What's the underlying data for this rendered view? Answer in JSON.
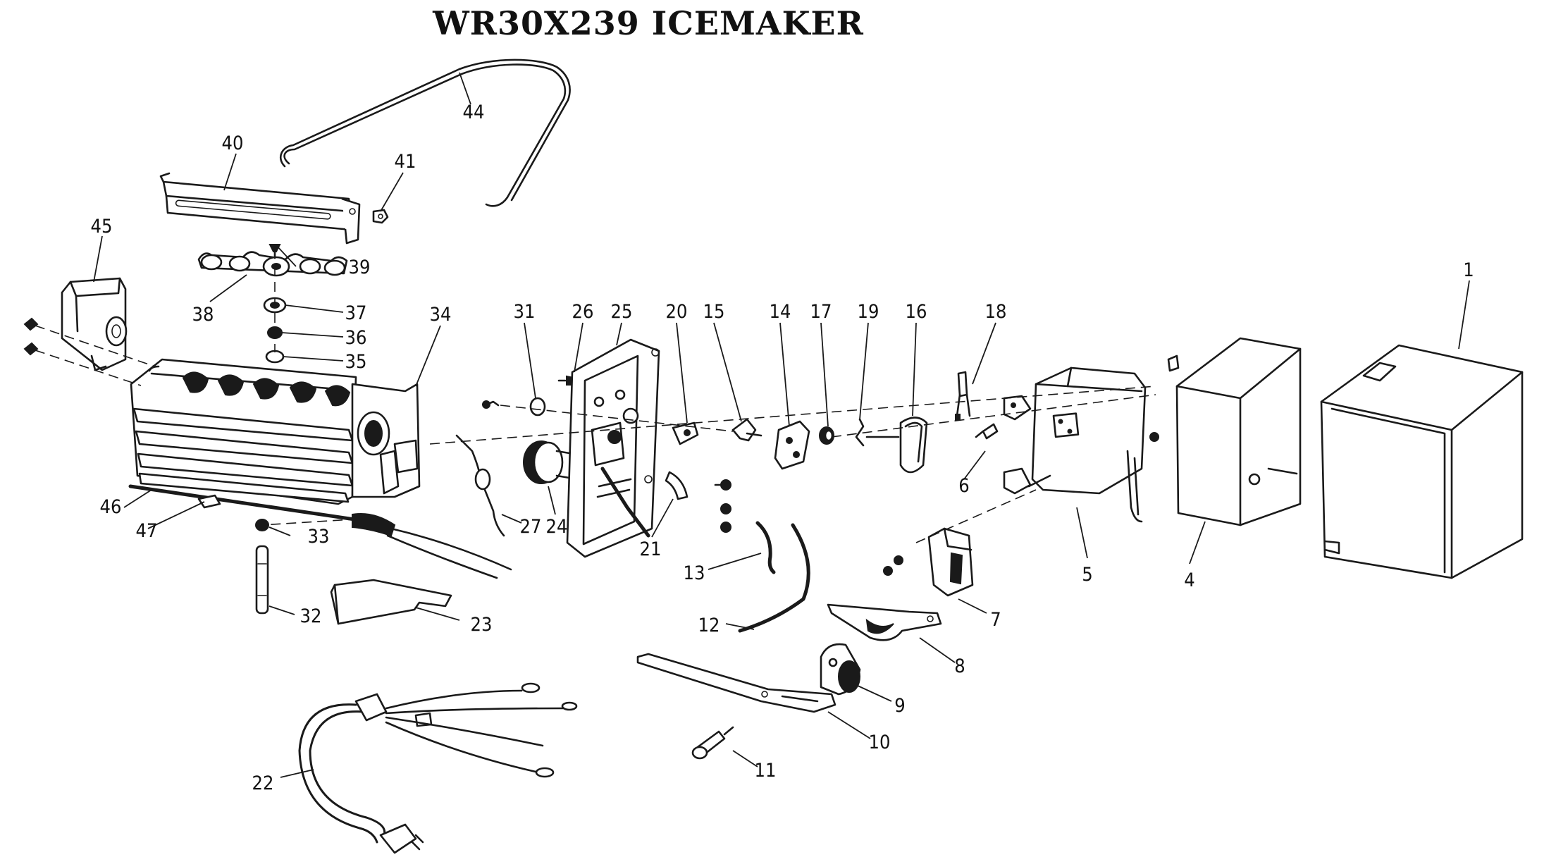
{
  "title": "WR30X239 ICEMAKER",
  "callouts": [
    {
      "id": "c1",
      "text": "1"
    },
    {
      "id": "c4",
      "text": "4"
    },
    {
      "id": "c5",
      "text": "5"
    },
    {
      "id": "c6",
      "text": "6"
    },
    {
      "id": "c7",
      "text": "7"
    },
    {
      "id": "c8",
      "text": "8"
    },
    {
      "id": "c9",
      "text": "9"
    },
    {
      "id": "c10",
      "text": "10"
    },
    {
      "id": "c11",
      "text": "11"
    },
    {
      "id": "c12",
      "text": "12"
    },
    {
      "id": "c13",
      "text": "13"
    },
    {
      "id": "c14",
      "text": "14"
    },
    {
      "id": "c15",
      "text": "15"
    },
    {
      "id": "c16",
      "text": "16"
    },
    {
      "id": "c17",
      "text": "17"
    },
    {
      "id": "c18",
      "text": "18"
    },
    {
      "id": "c19",
      "text": "19"
    },
    {
      "id": "c20",
      "text": "20"
    },
    {
      "id": "c21",
      "text": "21"
    },
    {
      "id": "c22",
      "text": "22"
    },
    {
      "id": "c23",
      "text": "23"
    },
    {
      "id": "c24",
      "text": "24"
    },
    {
      "id": "c25",
      "text": "25"
    },
    {
      "id": "c26",
      "text": "26"
    },
    {
      "id": "c27",
      "text": "27"
    },
    {
      "id": "c31",
      "text": "31"
    },
    {
      "id": "c32",
      "text": "32"
    },
    {
      "id": "c33",
      "text": "33"
    },
    {
      "id": "c34",
      "text": "34"
    },
    {
      "id": "c35",
      "text": "35"
    },
    {
      "id": "c36",
      "text": "36"
    },
    {
      "id": "c37",
      "text": "37"
    },
    {
      "id": "c38",
      "text": "38"
    },
    {
      "id": "c39",
      "text": "39"
    },
    {
      "id": "c40",
      "text": "40"
    },
    {
      "id": "c41",
      "text": "41"
    },
    {
      "id": "c44",
      "text": "44"
    },
    {
      "id": "c45",
      "text": "45"
    },
    {
      "id": "c46",
      "text": "46"
    },
    {
      "id": "c47",
      "text": "47"
    }
  ]
}
